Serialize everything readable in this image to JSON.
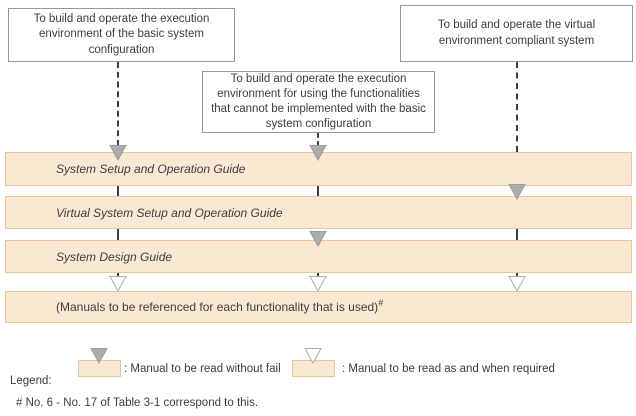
{
  "diagram": {
    "top_boxes": {
      "left": "To build and operate the execution environment of the basic system configuration",
      "middle": "To build and operate the execution environment for using the functionalities that cannot be implemented with the basic system configuration",
      "right": "To build and operate the virtual environment compliant system"
    },
    "bars": [
      {
        "label": "System Setup and Operation Guide"
      },
      {
        "label": "Virtual System Setup and Operation Guide"
      },
      {
        "label": "System Design Guide"
      },
      {
        "label": "(Manuals to be referenced for each functionality that is used)",
        "sup": "#"
      }
    ],
    "legend": {
      "title": "Legend:",
      "items": [
        {
          "symbol": "must-read-arrow",
          "label": ": Manual to be read without fail"
        },
        {
          "symbol": "optional-arrow",
          "label": ": Manual to be read as and when required"
        }
      ]
    },
    "footnote": "# No. 6 - No. 17 of Table 3-1 correspond to this.",
    "colors": {
      "bar_fill": "#fae8d3",
      "bar_border": "#e6c69f",
      "filled_arrow": "#acacac",
      "hollow_arrow_fill": "#ffffff",
      "arrow_outline": "#9c9c9c",
      "connector": "#3e3e3e",
      "box_border": "#979797",
      "text": "#3d3d3d"
    }
  }
}
